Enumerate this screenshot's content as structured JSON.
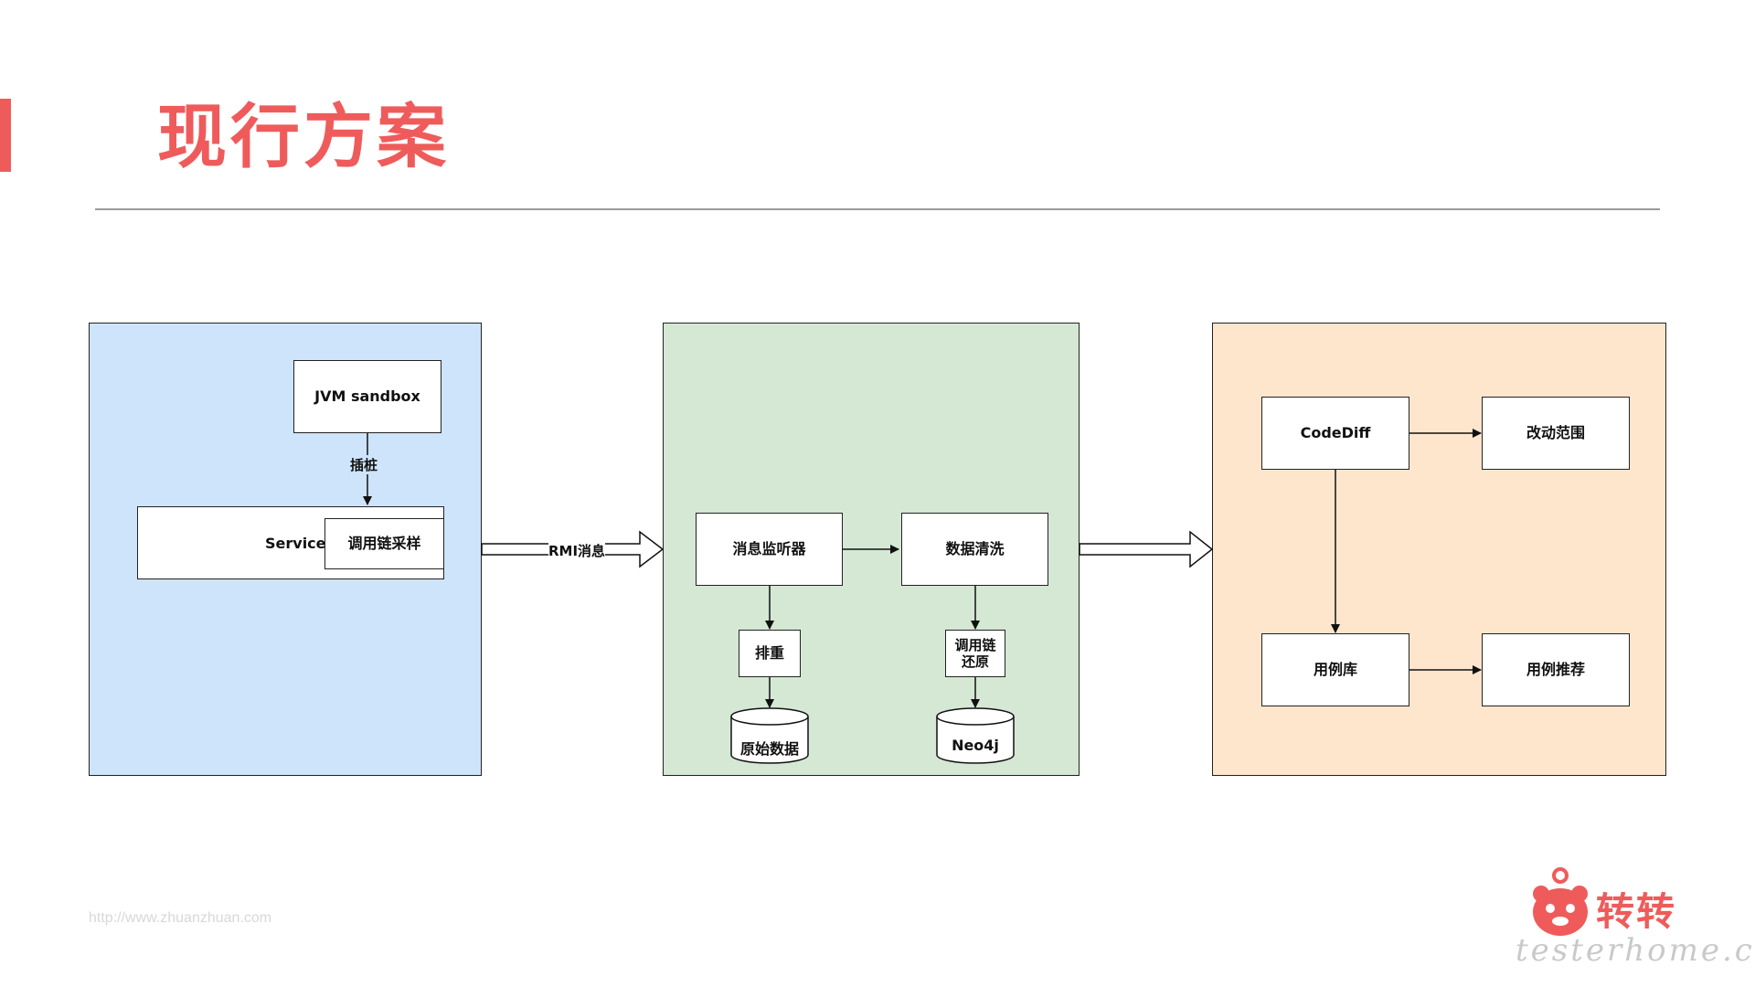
{
  "slide": {
    "title": "现行方案",
    "website": "http://www.zhuanzhuan.com",
    "brand_name": "转转",
    "watermark": "testerhome.com",
    "colors": {
      "accent": "#ef5b5b",
      "panel_blue": "#cde4fb",
      "panel_green": "#d4e8d4",
      "panel_orange": "#fde6cc"
    }
  },
  "diagram": {
    "collect": {
      "jvm_sandbox": "JVM sandbox",
      "instrument_label": "插桩",
      "service": "Service",
      "trace_sampling": "调用链采样"
    },
    "rmi_label": "RMI消息",
    "process": {
      "message_listener": "消息监听器",
      "data_cleaning": "数据清洗",
      "dedupe": "排重",
      "trace_restore": "调用链\n还原",
      "raw_data": "原始数据",
      "neo4j": "Neo4j"
    },
    "recommend": {
      "code_diff": "CodeDiff",
      "change_scope": "改动范围",
      "case_library": "用例库",
      "case_recommend": "用例推荐"
    }
  }
}
